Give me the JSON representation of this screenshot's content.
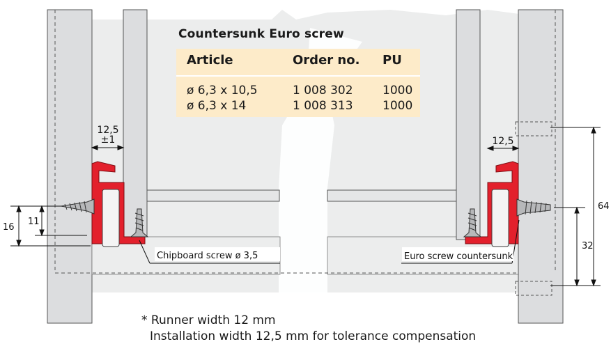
{
  "table": {
    "title": "Countersunk Euro screw",
    "headers": [
      "Article",
      "Order no.",
      "PU"
    ],
    "rows": [
      {
        "article": "ø 6,3 x 10,5",
        "order_no": "1 008 302",
        "pu": "1000"
      },
      {
        "article": "ø 6,3 x 14",
        "order_no": "1 008 313",
        "pu": "1000"
      }
    ]
  },
  "dimensions": {
    "left_gap_value": "12,5",
    "left_gap_tolerance": "±1",
    "right_gap_value": "12,5",
    "dim_16": "16",
    "dim_11": "11",
    "dim_64": "64",
    "dim_32": "32"
  },
  "callouts": {
    "chipboard_screw": "Chipboard screw ø 3,5",
    "euro_screw": "Euro screw countersunk"
  },
  "footnote": {
    "line1": "* Runner width 12 mm",
    "line2": "Installation width 12,5 mm for tolerance compensation"
  },
  "colors": {
    "runner_red": "#e3202c",
    "panel_grey": "#dcdddf",
    "board_grey": "#eceded",
    "table_bg": "#fdebc9"
  }
}
